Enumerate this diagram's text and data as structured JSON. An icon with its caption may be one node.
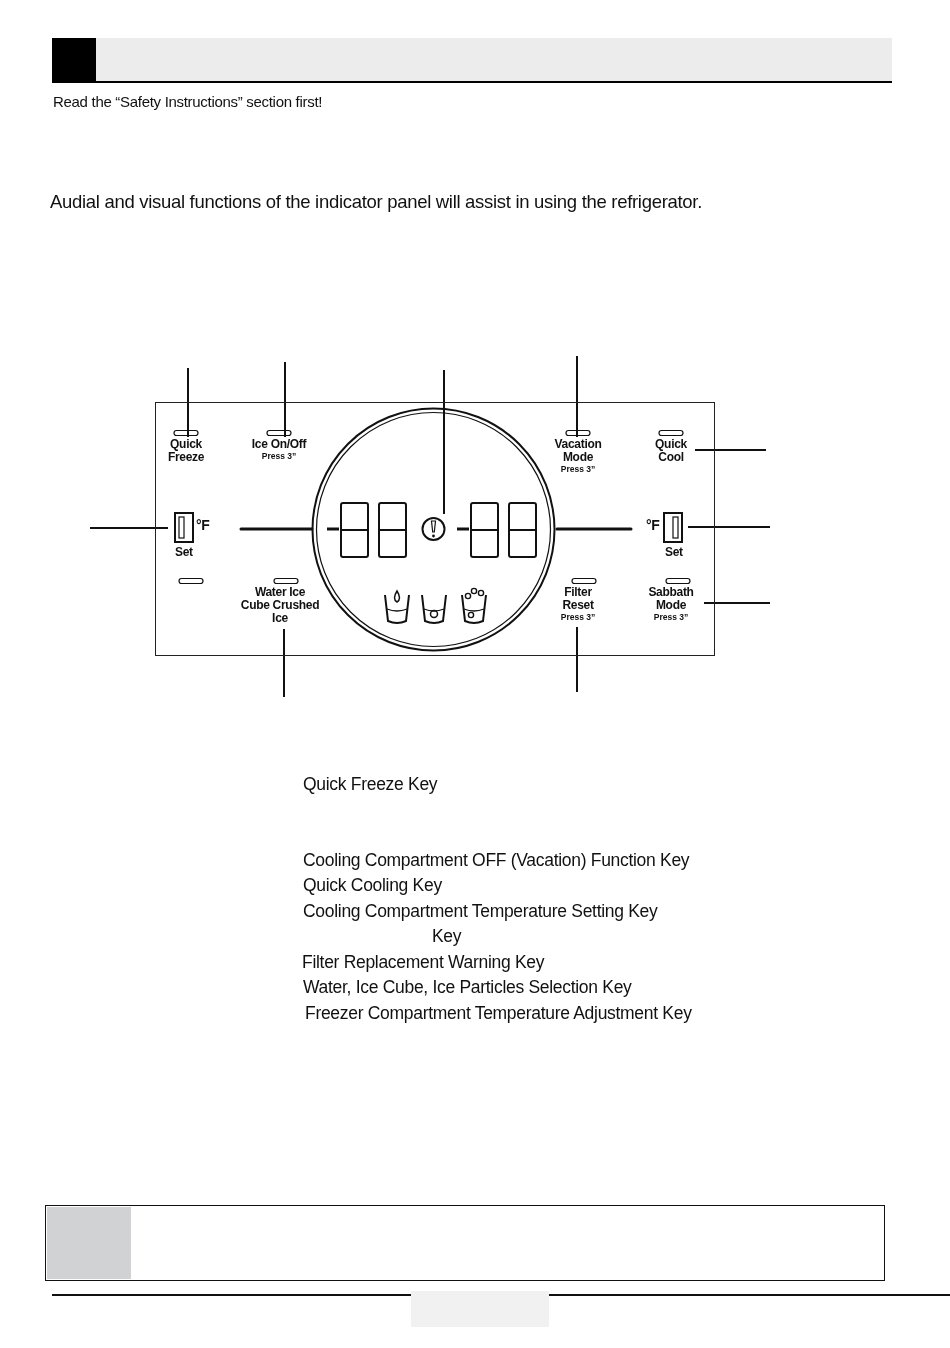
{
  "diagram": {
    "nodes": [
      {
        "text": [],
        "shape": "box"
      },
      {
        "text": [
          "Quick Freeze"
        ],
        "in": 0
      },
      {
        "text": [
          "Ice On/Off",
          "Press 3”"
        ],
        "in": 0
      },
      {
        "text": [],
        "shape": "circle",
        "in": 0
      },
      {
        "text": [],
        "shape": "circle",
        "in": 3
      },
      {
        "text": [
          "Vacation Mode",
          "Press 3”"
        ],
        "in": 0
      },
      {
        "text": [
          "Quick Cool"
        ],
        "in": 0
      },
      {
        "text": [
          "°F",
          "Set"
        ],
        "in": 0
      },
      {
        "text": [
          "°F",
          "Set"
        ],
        "in": 0
      },
      {
        "text": [
          "Water Ice Cube Crushed Ice"
        ],
        "in": 0
      },
      {
        "text": [
          "Filter Reset",
          "Press 3”"
        ],
        "in": 0
      },
      {
        "text": [
          "Sabbath Mode",
          "Press 3”"
        ],
        "in": 0
      }
    ],
    "edges": [
      {
        "from": null,
        "to": 1,
        "arrow": "none"
      },
      {
        "from": null,
        "to": 2,
        "arrow": "none"
      },
      {
        "from": null,
        "to": 4,
        "arrow": "none"
      },
      {
        "from": null,
        "to": 5,
        "arrow": "none"
      },
      {
        "from": null,
        "to": 6,
        "arrow": "none"
      },
      {
        "from": null,
        "to": 7,
        "arrow": "none"
      },
      {
        "from": null,
        "to": 8,
        "arrow": "none"
      },
      {
        "from": null,
        "to": 11,
        "arrow": "none"
      },
      {
        "from": null,
        "to": 9,
        "arrow": "none"
      },
      {
        "from": null,
        "to": 10,
        "arrow": "none"
      }
    ],
    "labels": [
      "Read the “Safety Instructions” section first!",
      "Audial and visual functions of the indicator panel will assist in using the refrigerator.",
      "Quick Freeze Key",
      "Cooling Compartment OFF (Vacation) Function Key",
      "Quick Cooling Key",
      "Cooling Compartment Temperature Setting Key",
      "Key",
      "Filter Replacement Warning Key",
      "Water, Ice Cube, Ice Particles Selection Key",
      "Freezer Compartment Temperature Adjustment Key"
    ]
  }
}
